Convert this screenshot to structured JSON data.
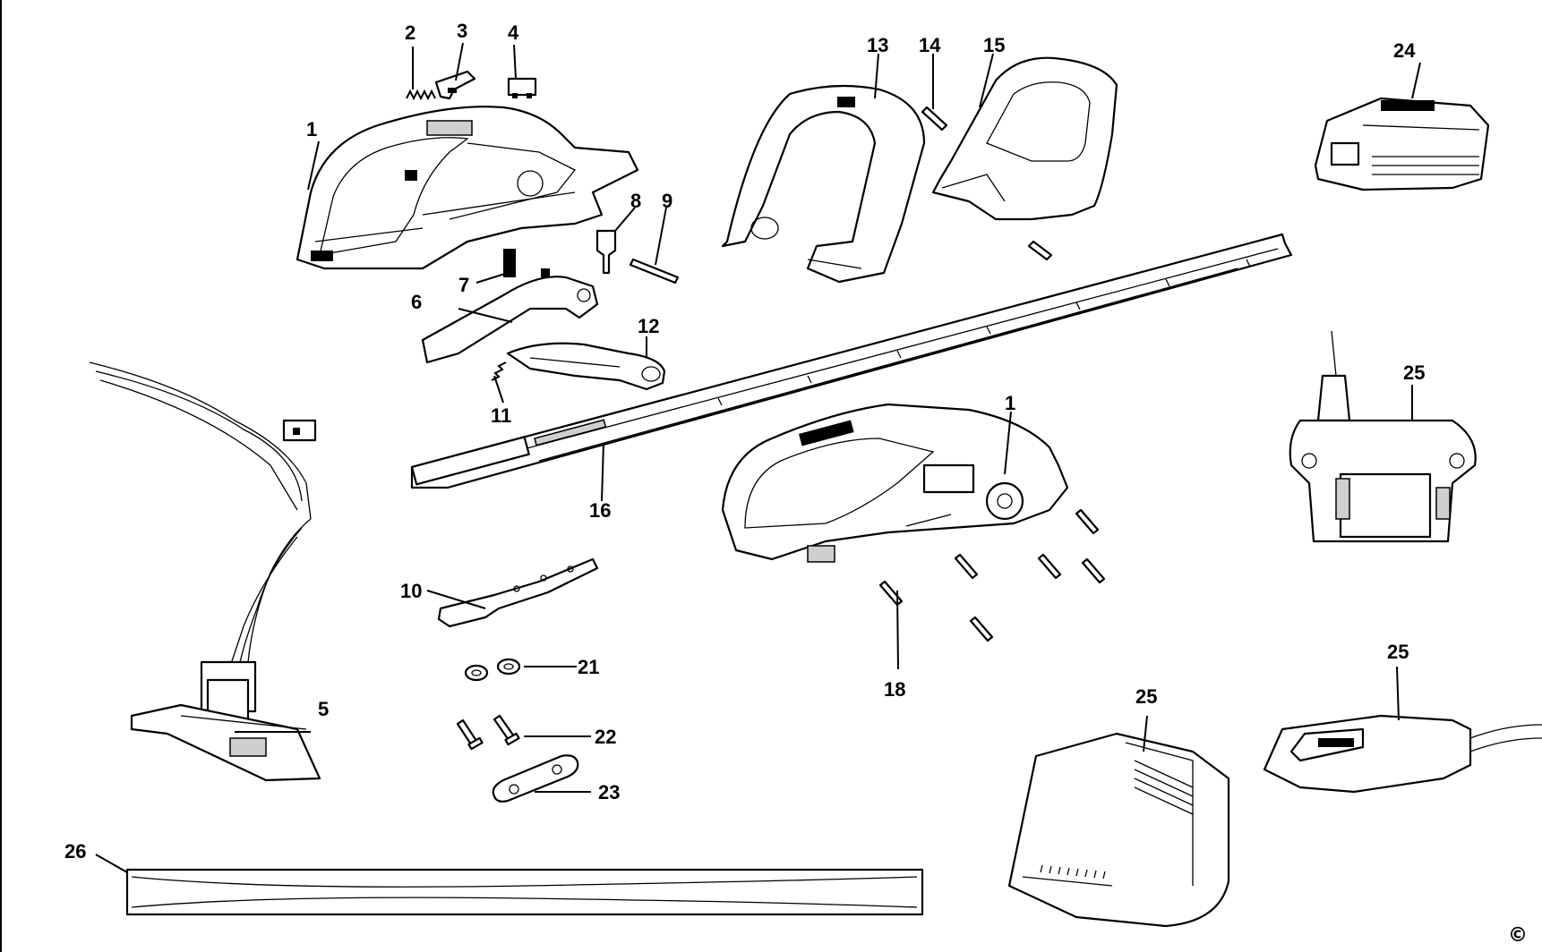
{
  "diagram": {
    "callouts": {
      "c1a": "1",
      "c2": "2",
      "c3": "3",
      "c4": "4",
      "c5": "5",
      "c6": "6",
      "c7": "7",
      "c8": "8",
      "c9": "9",
      "c10": "10",
      "c11": "11",
      "c12": "12",
      "c13": "13",
      "c14": "14",
      "c15": "15",
      "c16": "16",
      "c1b": "1",
      "c18": "18",
      "c21": "21",
      "c22": "22",
      "c23": "23",
      "c24": "24",
      "c25a": "25",
      "c25b": "25",
      "c25c": "25",
      "c26": "26"
    },
    "copyright_symbol": "©"
  }
}
